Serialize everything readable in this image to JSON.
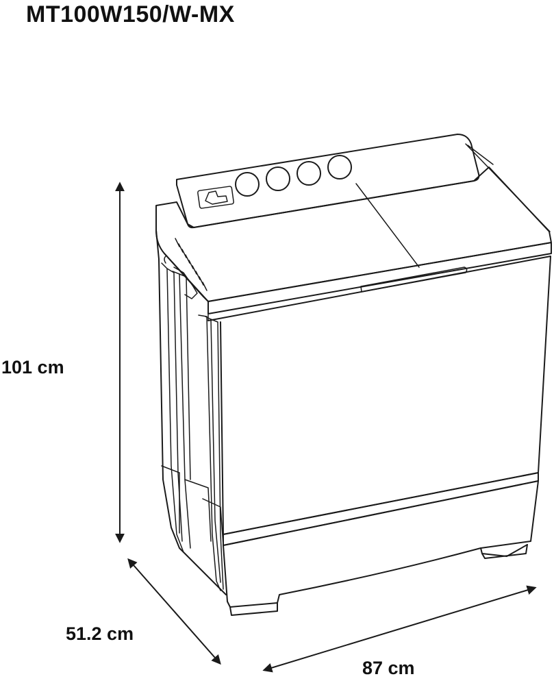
{
  "title": "MT100W150/W-MX",
  "dimensions": {
    "height": "101 cm",
    "depth": "51.2 cm",
    "width": "87 cm"
  },
  "icons": {
    "machine": "twin-tub-washing-machine-icon",
    "arrow": "double-headed-dimension-arrow-icon"
  },
  "colors": {
    "line": "#1a1a1a",
    "background": "#ffffff"
  }
}
